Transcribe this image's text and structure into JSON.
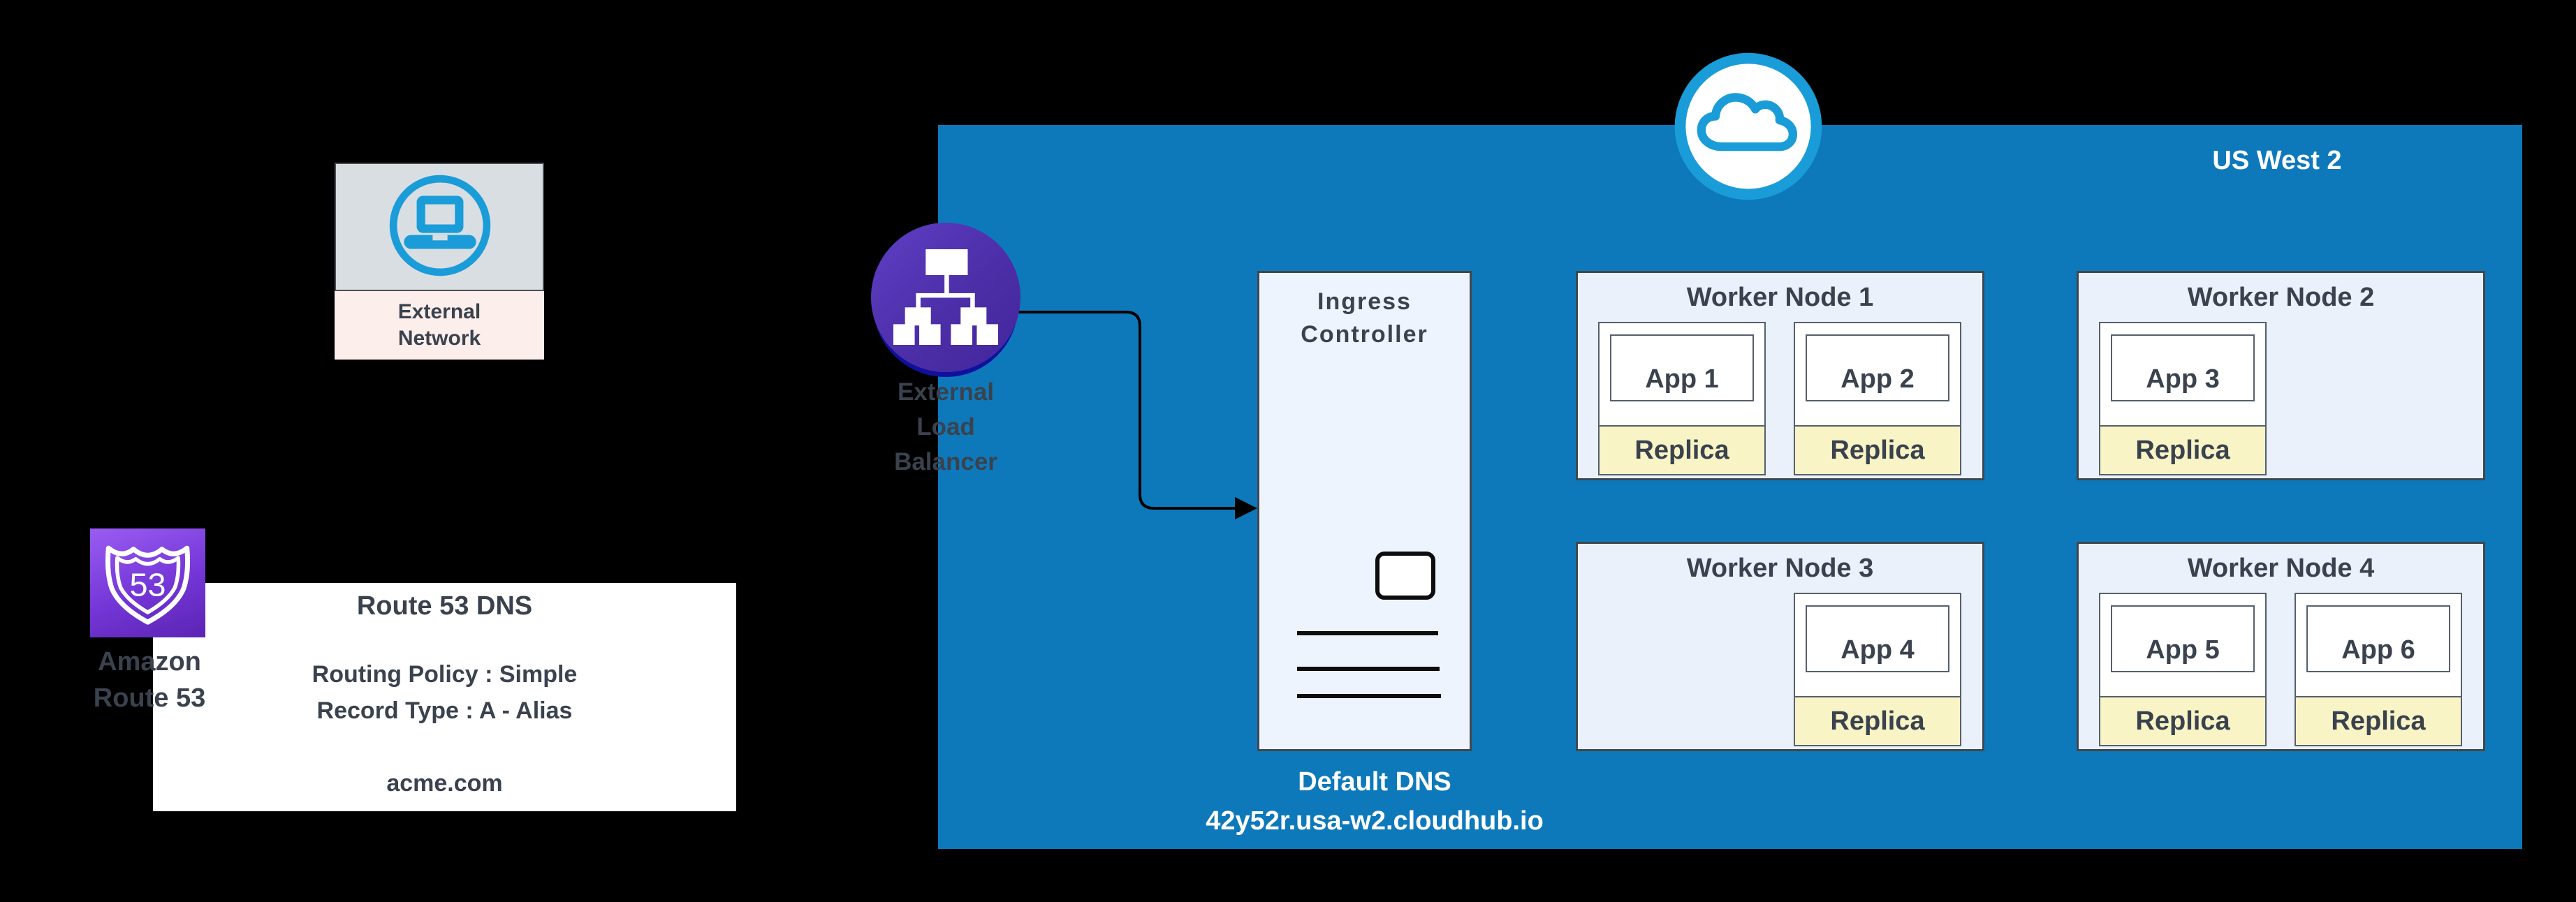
{
  "colors": {
    "background": "#000000",
    "region_blue": "#0e79ba",
    "icon_blue": "#1a9cd8",
    "lb_purple": "#4b2da6",
    "lb_rim_navy": "#10109e",
    "route53_purple": "#7436d6",
    "node_bg": "#eaf1fb",
    "pod_yellow": "#f8f4c6",
    "external_gray": "#d9dee3",
    "external_pink": "#fceeeb",
    "text_dark": "#3a424e"
  },
  "external_network": {
    "label": "External Network"
  },
  "route53": {
    "shield_number": "53",
    "caption": "Amazon Route 53",
    "dns_box": {
      "title": "Route 53 DNS",
      "routing_policy": "Routing Policy : Simple",
      "record_type": "Record Type : A - Alias",
      "domain": "acme.com"
    }
  },
  "load_balancer": {
    "label": "External Load Balancer"
  },
  "region": {
    "name": "US West 2",
    "default_dns_label": "Default DNS",
    "default_dns_host": "42y52r.usa-w2.cloudhub.io"
  },
  "ingress_controller": {
    "title": "Ingress Controller"
  },
  "worker_nodes": [
    {
      "title": "Worker Node 1",
      "pods": [
        {
          "app": "App 1",
          "replica": "Replica"
        },
        {
          "app": "App 2",
          "replica": "Replica"
        }
      ]
    },
    {
      "title": "Worker Node 2",
      "pods": [
        {
          "app": "App 3",
          "replica": "Replica"
        }
      ]
    },
    {
      "title": "Worker Node 3",
      "pods": [
        {
          "app": "App 4",
          "replica": "Replica"
        }
      ]
    },
    {
      "title": "Worker Node 4",
      "pods": [
        {
          "app": "App 5",
          "replica": "Replica"
        },
        {
          "app": "App 6",
          "replica": "Replica"
        }
      ]
    }
  ]
}
